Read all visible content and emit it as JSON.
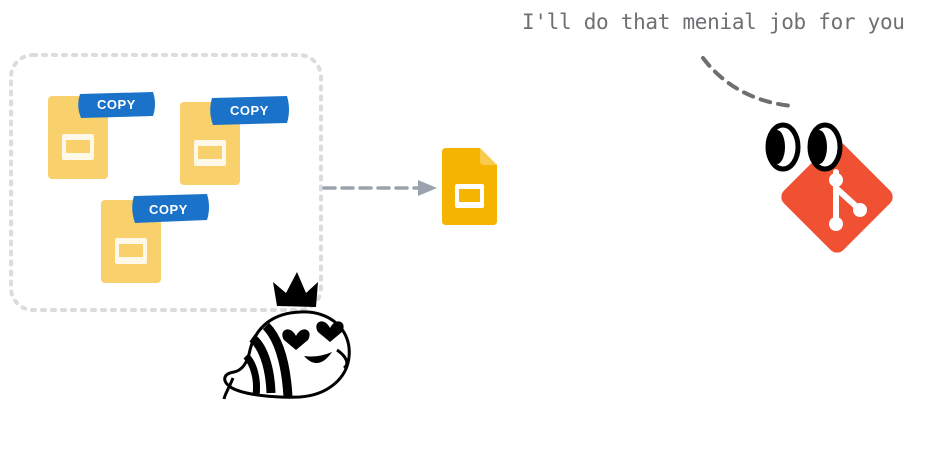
{
  "caption": "I'll do that menial job for you",
  "copies": [
    {
      "badge": "COPY"
    },
    {
      "badge": "COPY"
    },
    {
      "badge": "COPY"
    }
  ],
  "colors": {
    "slide_pale": "#f8d16c",
    "slide_main": "#f4b400",
    "badge": "#1a73c8",
    "git": "#f05133",
    "dashed": "#d9d9d9",
    "arrow": "#9aa3ad",
    "caption": "#6f6f73"
  },
  "icons": {
    "slides": "google-slides-icon",
    "git": "git-logo-icon",
    "bee": "bee-mascot-icon"
  }
}
